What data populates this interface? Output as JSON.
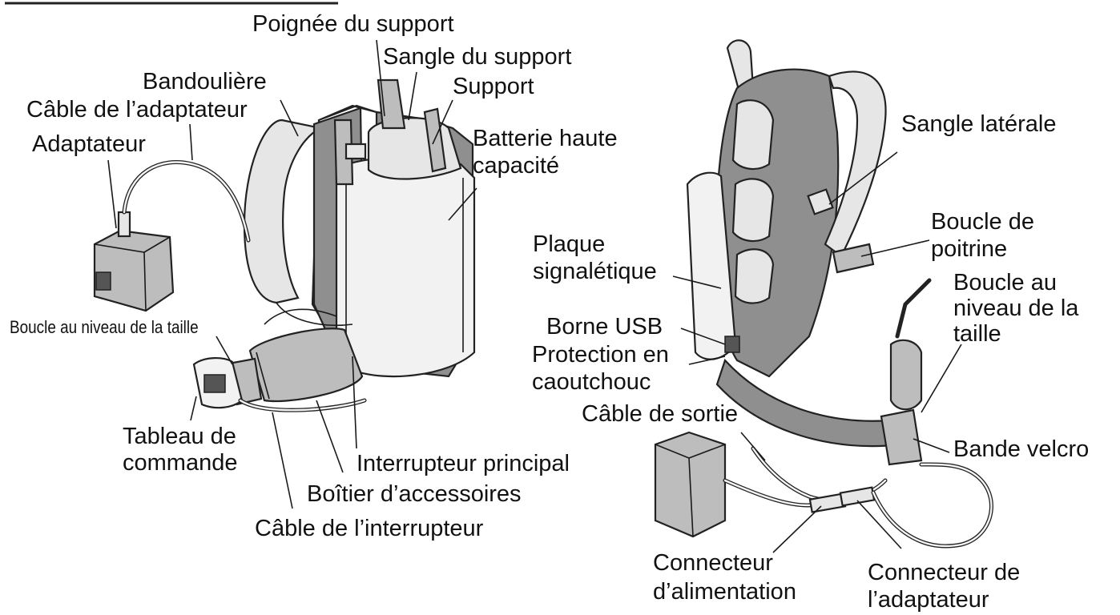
{
  "left_diagram": {
    "labels": {
      "poignee_support": "Poignée du support",
      "sangle_support": "Sangle du support",
      "bandouliere": "Bandoulière",
      "support": "Support",
      "cable_adaptateur": "Câble de l’adaptateur",
      "adaptateur": "Adaptateur",
      "batterie_l1": "Batterie haute",
      "batterie_l2": "capacité",
      "boucle_taille": "Boucle au niveau de la taille",
      "tableau_l1": "Tableau de",
      "tableau_l2": "commande",
      "interrupteur_principal": "Interrupteur principal",
      "boitier_accessoires": "Boîtier d’accessoires",
      "cable_interrupteur": "Câble de l’interrupteur"
    }
  },
  "right_diagram": {
    "labels": {
      "sangle_laterale": "Sangle latérale",
      "boucle_poitrine_l1": "Boucle de",
      "boucle_poitrine_l2": "poitrine",
      "plaque_l1": "Plaque",
      "plaque_l2": "signalétique",
      "boucle_taille_l1": "Boucle au",
      "boucle_taille_l2": "niveau de la",
      "boucle_taille_l3": "taille",
      "borne_usb": "Borne USB",
      "protection_l1": "Protection en",
      "protection_l2": "caoutchouc",
      "cable_sortie": "Câble de sortie",
      "bande_velcro": "Bande velcro",
      "connecteur_alim_l1": "Connecteur",
      "connecteur_alim_l2": "d’alimentation",
      "connecteur_adapt_l1": "Connecteur de",
      "connecteur_adapt_l2": "l’adaptateur"
    }
  }
}
